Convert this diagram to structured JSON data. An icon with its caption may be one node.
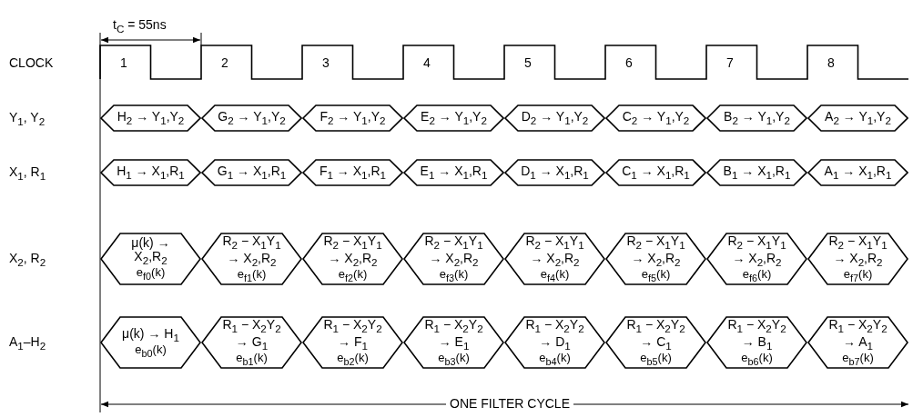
{
  "diagram": {
    "nodes": [
      {
        "text": [
          "H$_{2}$ → Y$_{1}$,Y$_{2}$"
        ]
      },
      {
        "text": [
          "G$_{2}$ → Y$_{1}$,Y$_{2}$"
        ]
      },
      {
        "text": [
          "F$_{2}$ → Y$_{1}$,Y$_{2}$"
        ]
      },
      {
        "text": [
          "E$_{2}$ → Y$_{1}$,Y$_{2}$"
        ]
      },
      {
        "text": [
          "D$_{2}$ → Y$_{1}$,Y$_{2}$"
        ]
      },
      {
        "text": [
          "C$_{2}$ → Y$_{1}$,Y$_{2}$"
        ]
      },
      {
        "text": [
          "B$_{2}$ → Y$_{1}$,Y$_{2}$"
        ]
      },
      {
        "text": [
          "A$_{2}$ → Y$_{1}$,Y$_{2}$"
        ]
      },
      {
        "text": [
          "H$_{1}$ → X$_{1}$,R$_{1}$"
        ]
      },
      {
        "text": [
          "G$_{1}$ → X$_{1}$,R$_{1}$"
        ]
      },
      {
        "text": [
          "F$_{1}$ → X$_{1}$,R$_{1}$"
        ]
      },
      {
        "text": [
          "E$_{1}$ → X$_{1}$,R$_{1}$"
        ]
      },
      {
        "text": [
          "D$_{1}$ → X$_{1}$,R$_{1}$"
        ]
      },
      {
        "text": [
          "C$_{1}$ → X$_{1}$,R$_{1}$"
        ]
      },
      {
        "text": [
          "B$_{1}$ → X$_{1}$,R$_{1}$"
        ]
      },
      {
        "text": [
          "A$_{1}$ → X$_{1}$,R$_{1}$"
        ]
      },
      {
        "text": [
          "μ(k) → X$_{2}$,R$_{2}$",
          "e$_{f0}$(k)"
        ]
      },
      {
        "text": [
          "R$_{2}$ − X$_{1}$Y$_{1}$ → X$_{2}$,R$_{2}$",
          "e$_{f1}$(k)"
        ]
      },
      {
        "text": [
          "R$_{2}$ − X$_{1}$Y$_{1}$ → X$_{2}$,R$_{2}$",
          "e$_{f2}$(k)"
        ]
      },
      {
        "text": [
          "R$_{2}$ − X$_{1}$Y$_{1}$ → X$_{2}$,R$_{2}$",
          "e$_{f3}$(k)"
        ]
      },
      {
        "text": [
          "R$_{2}$ − X$_{1}$Y$_{1}$ → X$_{2}$,R$_{2}$",
          "e$_{f4}$(k)"
        ]
      },
      {
        "text": [
          "R$_{2}$ − X$_{1}$Y$_{1}$ → X$_{2}$,R$_{2}$",
          "e$_{f5}$(k)"
        ]
      },
      {
        "text": [
          "R$_{2}$ − X$_{1}$Y$_{1}$ → X$_{2}$,R$_{2}$",
          "e$_{f6}$(k)"
        ]
      },
      {
        "text": [
          "R$_{2}$ − X$_{1}$Y$_{1}$ → X$_{2}$,R$_{2}$",
          "e$_{f7}$(k)"
        ]
      },
      {
        "text": [
          "μ(k) → H$_{1}$",
          "e$_{b0}$(k)"
        ]
      },
      {
        "text": [
          "R$_{1}$ − X$_{2}$Y$_{2}$ → G$_{1}$",
          "e$_{b1}$(k)"
        ]
      },
      {
        "text": [
          "R$_{1}$ − X$_{2}$Y$_{2}$ → F$_{1}$",
          "e$_{b2}$(k)"
        ]
      },
      {
        "text": [
          "R$_{1}$ − X$_{2}$Y$_{2}$ → E$_{1}$",
          "e$_{b3}$(k)"
        ]
      },
      {
        "text": [
          "R$_{1}$ − X$_{2}$Y$_{2}$ → D$_{1}$",
          "e$_{b4}$(k)"
        ]
      },
      {
        "text": [
          "R$_{1}$ − X$_{2}$Y$_{2}$ → C$_{1}$",
          "e$_{b5}$(k)"
        ]
      },
      {
        "text": [
          "R$_{1}$ − X$_{2}$Y$_{2}$ → B$_{1}$",
          "e$_{b6}$(k)"
        ]
      },
      {
        "text": [
          "R$_{1}$ − X$_{2}$Y$_{2}$ → A$_{1}$",
          "e$_{b7}$(k)"
        ]
      }
    ],
    "labels": [
      "t$_{C}$ = 55ns",
      "CLOCK",
      "1",
      "2",
      "3",
      "4",
      "5",
      "6",
      "7",
      "8",
      "Y$_{1}$, Y$_{2}$",
      "X$_{1}$, R$_{1}$",
      "X$_{2}$, R$_{2}$",
      "A$_{1}$–H$_{2}$",
      "ONE FILTER CYCLE"
    ]
  }
}
